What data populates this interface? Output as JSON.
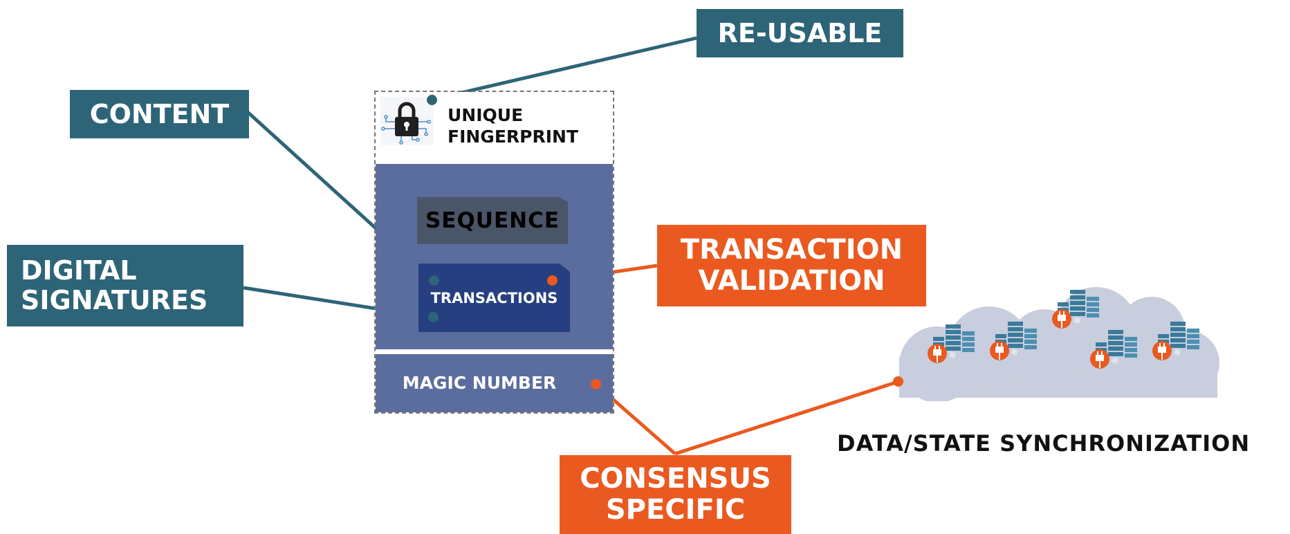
{
  "labels": {
    "reusable": "RE-USABLE",
    "content": "CONTENT",
    "digital_signatures": [
      "DIGITAL",
      "SIGNATURES"
    ],
    "transaction_validation": [
      "TRANSACTION",
      "VALIDATION"
    ],
    "consensus_specific": [
      "CONSENSUS",
      "SPECIFIC"
    ]
  },
  "block": {
    "fingerprint": [
      "UNIQUE",
      "FINGERPRINT"
    ],
    "sequence": "SEQUENCE",
    "transactions": "TRANSACTIONS",
    "magic_number": "MAGIC NUMBER"
  },
  "network": {
    "caption": "DATA/STATE SYNCHRONIZATION"
  },
  "icons": [
    "lock-icon",
    "cloud-icon",
    "server-icon",
    "plug-icon"
  ],
  "colors": {
    "teal": "#2e6477",
    "orange": "#ea5920",
    "block_body": "#5b6d9e",
    "transactions": "#253f80",
    "sequence": "#4a5568",
    "cloud": "#c8cedd"
  }
}
